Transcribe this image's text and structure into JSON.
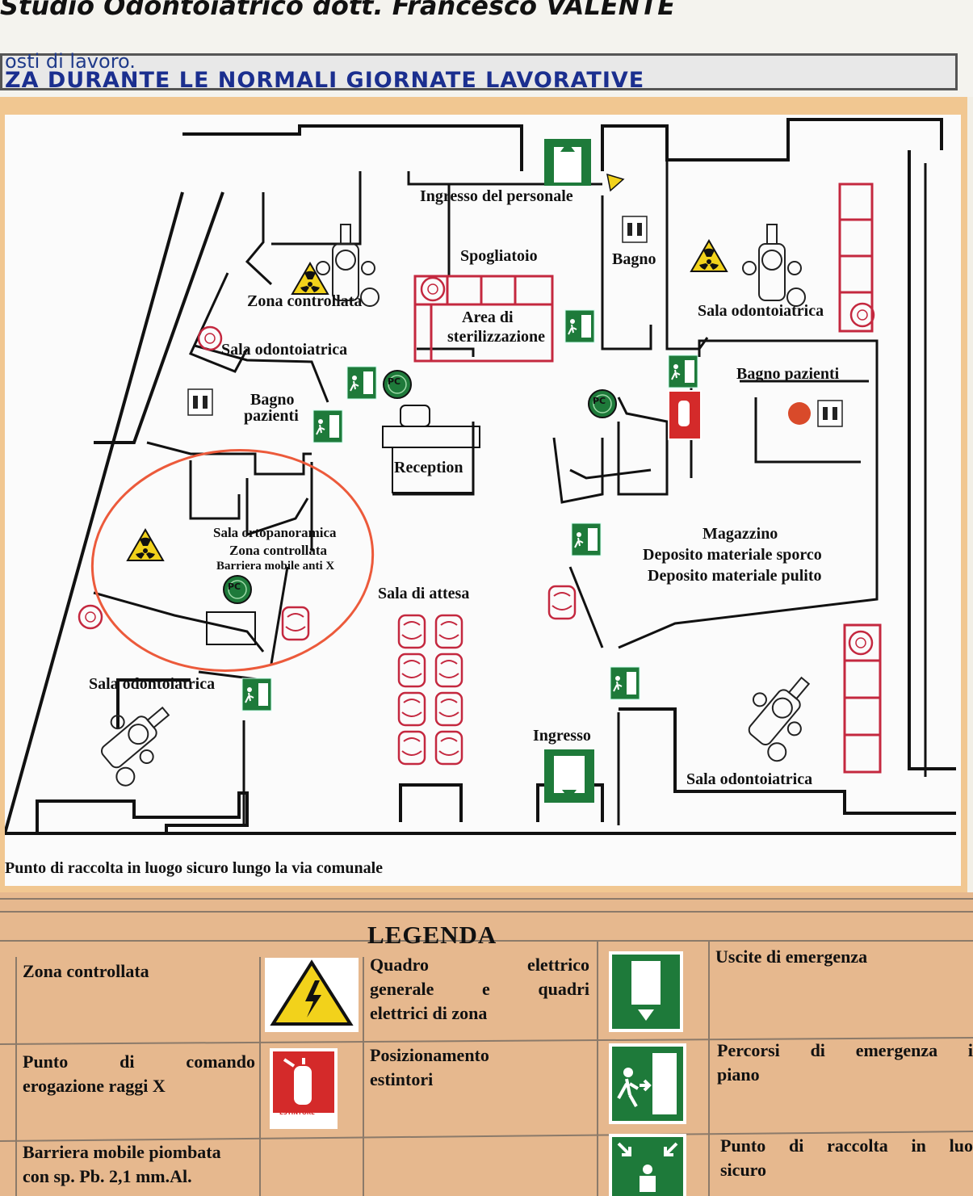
{
  "header": {
    "title": "Studio Odontoiatrico dott. Francesco VALENTE",
    "subtitle": "osti di lavoro.",
    "banner": "ZA DURANTE LE NORMALI GIORNATE LAVORATIVE"
  },
  "plan": {
    "rooms": {
      "ingresso_personale": "Ingresso del personale",
      "spogliatoio": "Spogliatoio",
      "bagno": "Bagno",
      "zona_controllata": "Zona controllata",
      "area_sterilizzazione_1": "Area di",
      "area_sterilizzazione_2": "sterilizzazione",
      "sala_odontoiatrica_nw": "Sala odontoiatrica",
      "sala_odontoiatrica_ne": "Sala odontoiatrica",
      "bagno_pazienti_w_1": "Bagno",
      "bagno_pazienti_w_2": "pazienti",
      "bagno_pazienti_e": "Bagno pazienti",
      "reception": "Reception",
      "ortopan_1": "Sala ortopanoramica",
      "ortopan_2": "Zona controllata",
      "ortopan_3": "Barriera mobile anti X",
      "magazzino_1": "Magazzino",
      "magazzino_2": "Deposito materiale sporco",
      "magazzino_3": "Deposito materiale pulito",
      "sala_attesa": "Sala di attesa",
      "sala_odontoiatrica_sw": "Sala odontoiatrica",
      "ingresso": "Ingresso",
      "sala_odontoiatrica_se": "Sala odontoiatrica"
    },
    "pc_label": "PC",
    "footer_note": "Punto di raccolta in luogo sicuro lungo la via comunale"
  },
  "legend": {
    "title": "LEGENDA",
    "zona_controllata": "Zona controllata",
    "quadro_1": "Quadro elettrico",
    "quadro_2": "generale e quadri",
    "quadro_3": "elettrici di zona",
    "uscite": "Uscite di emergenza",
    "punto_comando_1": "Punto di comando",
    "punto_comando_2": "erogazione raggi X",
    "estintori_1": "Posizionamento",
    "estintori_2": "estintori",
    "estintore_sign": "ESTINTORE",
    "percorsi_1": "Percorsi di emergenza i",
    "percorsi_2": "piano",
    "barriera_1": "Barriera mobile piombata",
    "barriera_2": "con sp. Pb. 2,1 mm.Al.",
    "raccolta_1": "Punto di raccolta in luo",
    "raccolta_2": "sicuro"
  },
  "colors": {
    "sign_green": "#1e7a3a",
    "radiation_yellow": "#f2d21b",
    "furniture_red": "#c4283f",
    "circle_orange": "#ec5a3b",
    "frame_orange": "#f1c791",
    "legend_bg": "#e6b88e"
  }
}
